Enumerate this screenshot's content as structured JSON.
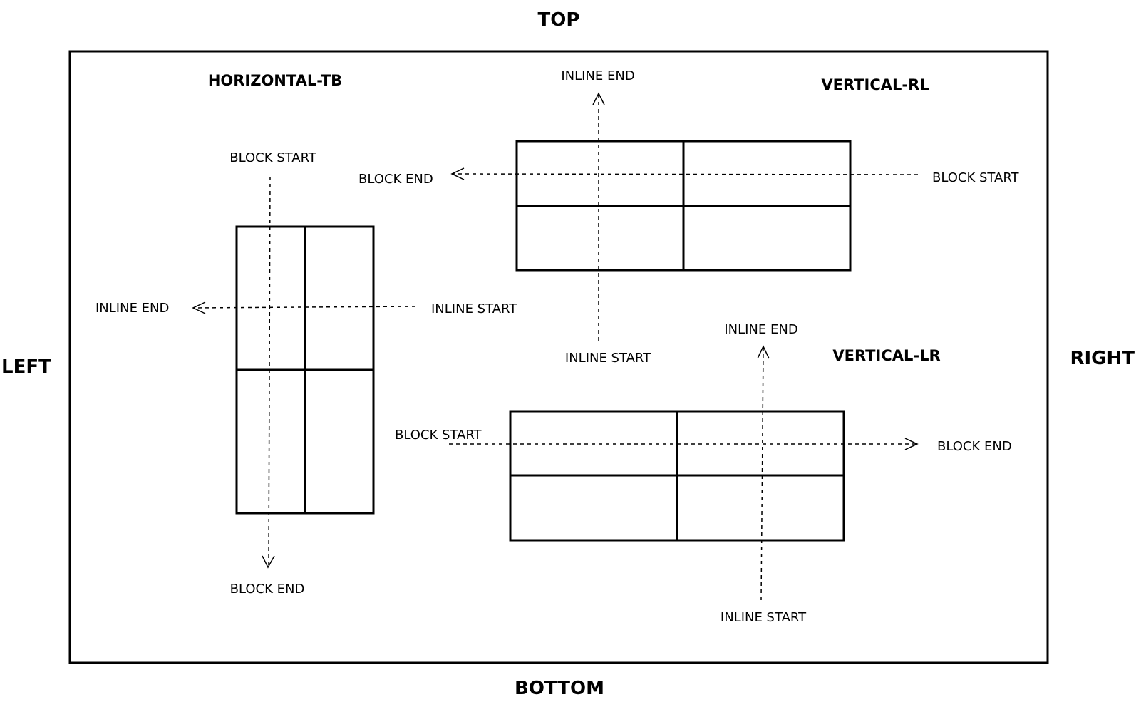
{
  "edges": {
    "top": "TOP",
    "bottom": "BOTTOM",
    "left": "LEFT",
    "right": "RIGHT"
  },
  "modes": {
    "horizontal_tb": {
      "title": "HORIZONTAL-TB",
      "block_start": "BLOCK START",
      "block_end": "BLOCK END",
      "inline_start": "INLINE START",
      "inline_end": "INLINE END"
    },
    "vertical_rl": {
      "title": "VERTICAL-RL",
      "block_start": "BLOCK START",
      "block_end": "BLOCK END",
      "inline_start": "INLINE START",
      "inline_end": "INLINE END"
    },
    "vertical_lr": {
      "title": "VERTICAL-LR",
      "block_start": "BLOCK START",
      "block_end": "BLOCK END",
      "inline_start": "INLINE START",
      "inline_end": "INLINE END"
    }
  }
}
